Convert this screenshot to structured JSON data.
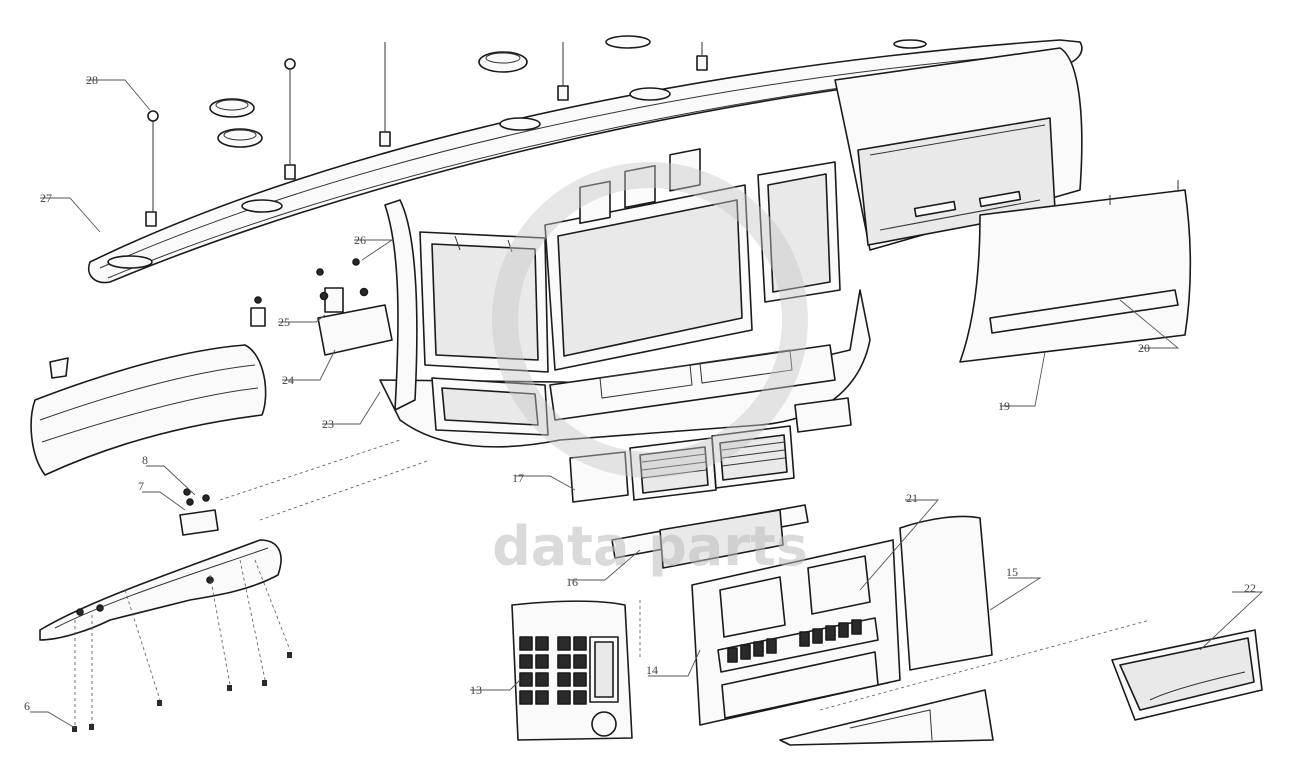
{
  "watermark": {
    "text": "data parts"
  },
  "callouts": [
    {
      "id": "c6",
      "label": "6"
    },
    {
      "id": "c7",
      "label": "7"
    },
    {
      "id": "c8",
      "label": "8"
    },
    {
      "id": "c13",
      "label": "13"
    },
    {
      "id": "c14",
      "label": "14"
    },
    {
      "id": "c15",
      "label": "15"
    },
    {
      "id": "c16",
      "label": "16"
    },
    {
      "id": "c17",
      "label": "17"
    },
    {
      "id": "c19",
      "label": "19"
    },
    {
      "id": "c20",
      "label": "20"
    },
    {
      "id": "c21",
      "label": "21"
    },
    {
      "id": "c22",
      "label": "22"
    },
    {
      "id": "c23",
      "label": "23"
    },
    {
      "id": "c24",
      "label": "24"
    },
    {
      "id": "c25",
      "label": "25"
    },
    {
      "id": "c26",
      "label": "26"
    },
    {
      "id": "c27",
      "label": "27"
    },
    {
      "id": "c28",
      "label": "28"
    }
  ]
}
